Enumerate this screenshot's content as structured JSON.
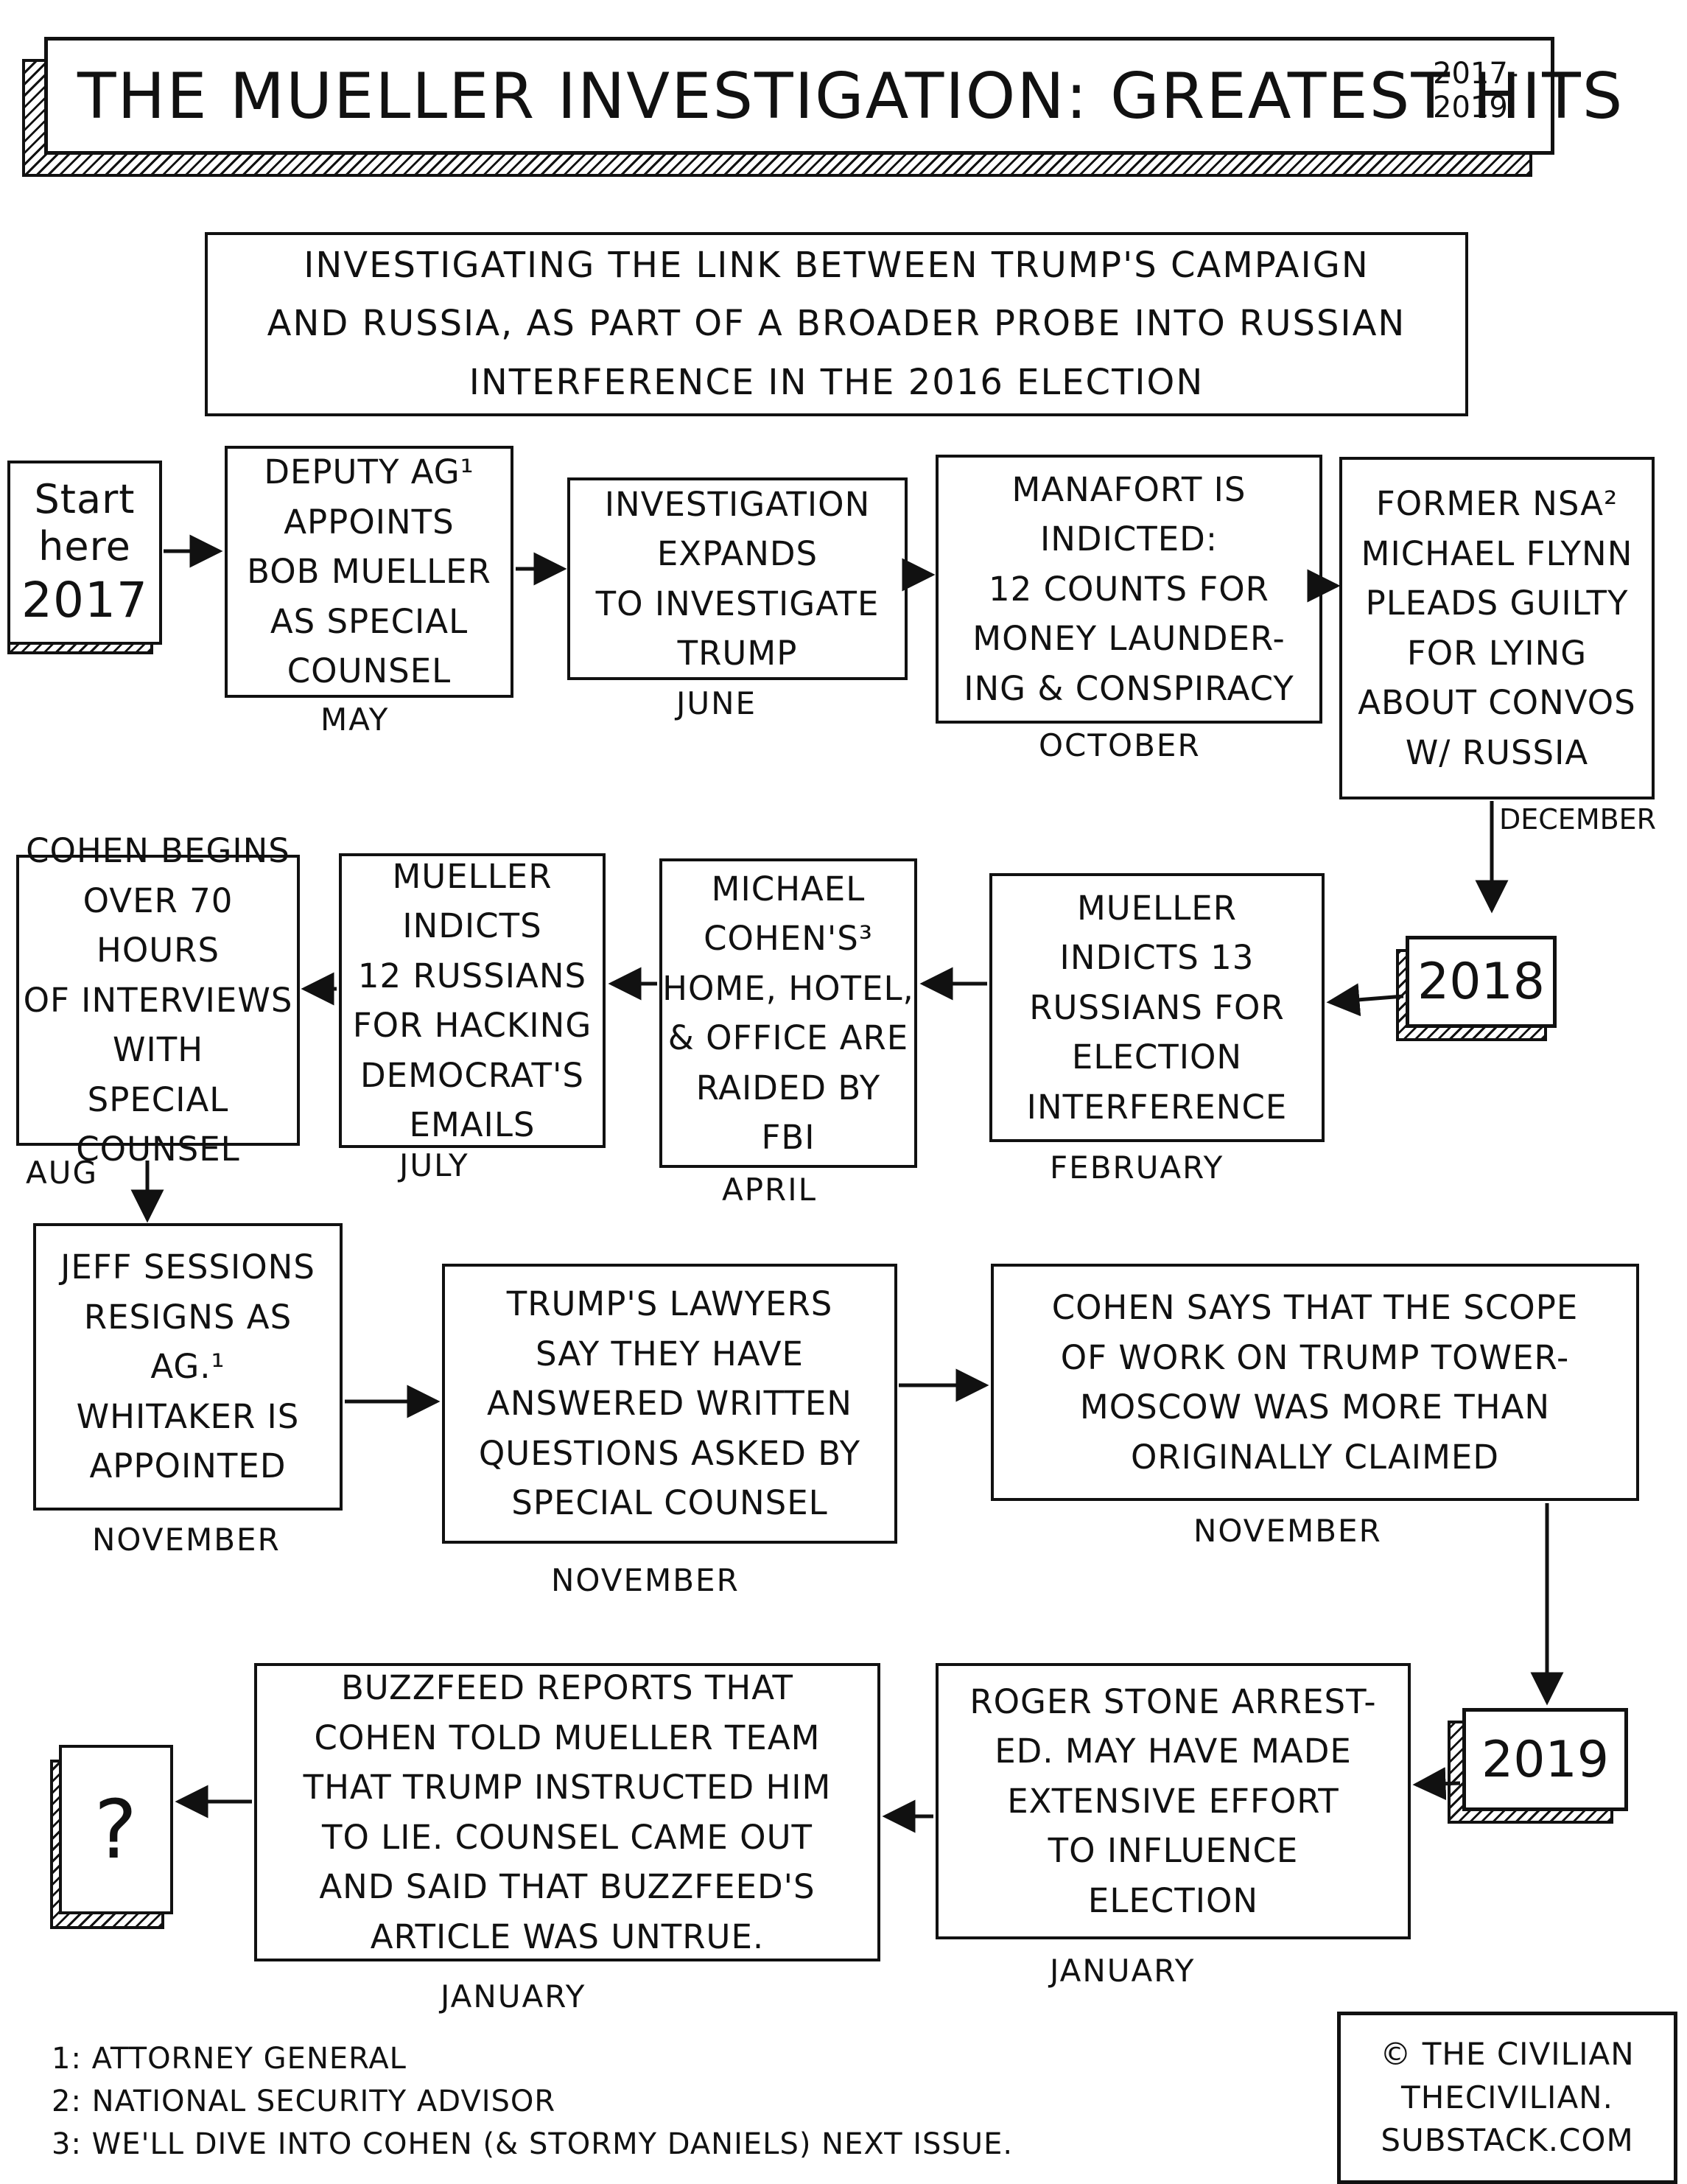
{
  "title": {
    "main": "The Mueller Investigation: Greatest Hits",
    "years_top": "2017-",
    "years_bottom": "2019"
  },
  "intro": "Investigating the link between Trump's campaign\nand Russia, as part of a broader probe into Russian\ninterference in the 2016 election",
  "start": {
    "line1": "Start",
    "line2": "here",
    "year": "2017"
  },
  "events": [
    {
      "text": "Deputy AG¹\nappoints\nBob Mueller\nas special\ncounsel",
      "month": "May"
    },
    {
      "text": "Investigation\nexpands\nto investigate\nTrump",
      "month": "June"
    },
    {
      "text": "Manafort is\nindicted:\n12 counts for\nmoney launder-\ning & conspiracy",
      "month": "October"
    },
    {
      "text": "Former NSA²\nMichael Flynn\npleads guilty\nfor lying\nabout convos\nw/ Russia",
      "month": "December"
    },
    {
      "text": "Mueller\nindicts 13\nRussians for\nelection\ninterference",
      "month": "February"
    },
    {
      "text": "Michael\nCohen's³\nhome, hotel,\n& office are\nraided by\nFBI",
      "month": "April"
    },
    {
      "text": "Mueller\nindicts\n12 Russians\nfor hacking\nDemocrat's\nemails",
      "month": "July"
    },
    {
      "text": "Cohen begins\nover 70 hours\nof interviews\nwith\nspecial\ncounsel",
      "month": "Aug"
    },
    {
      "text": "Jeff Sessions\nresigns as\nAG.¹\nWhitaker is\nappointed",
      "month": "November"
    },
    {
      "text": "Trump's lawyers\nsay they have\nanswered written\nquestions asked by\nspecial counsel",
      "month": "November"
    },
    {
      "text": "Cohen says that the scope\nof work on Trump Tower-\nMoscow was more than\noriginally claimed",
      "month": "November"
    },
    {
      "text": "Roger Stone arrest-\ned. May have made\nextensive effort\nto influence\nelection",
      "month": "January"
    },
    {
      "text": "BuzzFeed reports that\nCohen told Mueller team\nthat Trump instructed him\nto lie. Counsel came out\nand said that BuzzFeed's\narticle was untrue.",
      "month": "January"
    }
  ],
  "year_2018": "2018",
  "year_2019": "2019",
  "unknown": "?",
  "footnotes": [
    "1: Attorney General",
    "2: National Security Advisor",
    "3: We'll dive into Cohen (& Stormy Daniels) next issue."
  ],
  "credit": {
    "line1": "© The Civilian",
    "line2": "thecivilian.",
    "line3": "substack.com"
  }
}
